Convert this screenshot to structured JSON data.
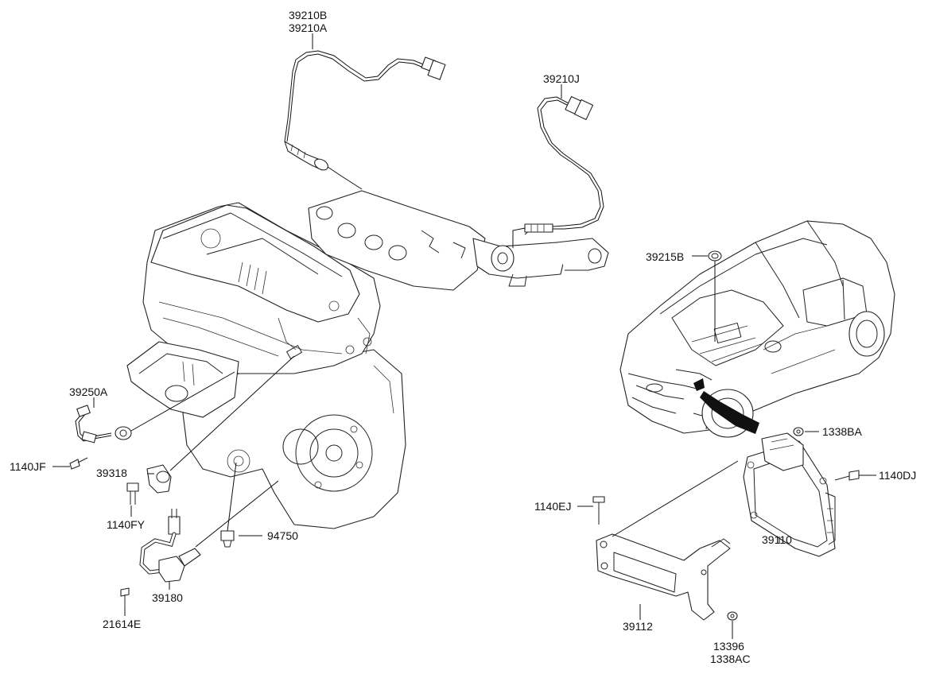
{
  "callouts": {
    "c39210B": "39210B",
    "c39210A": "39210A",
    "c39210J": "39210J",
    "c39215B": "39215B",
    "c39250A": "39250A",
    "c1140JF": "1140JF",
    "c39318": "39318",
    "c1140FY": "1140FY",
    "c94750": "94750",
    "c39180": "39180",
    "c21614E": "21614E",
    "c1338BA": "1338BA",
    "c1140DJ": "1140DJ",
    "c1140EJ": "1140EJ",
    "c39110": "39110",
    "c39112": "39112",
    "c13396": "13396",
    "c1338AC": "1338AC"
  },
  "colors": {
    "ink": "#111111",
    "paper": "#ffffff"
  }
}
